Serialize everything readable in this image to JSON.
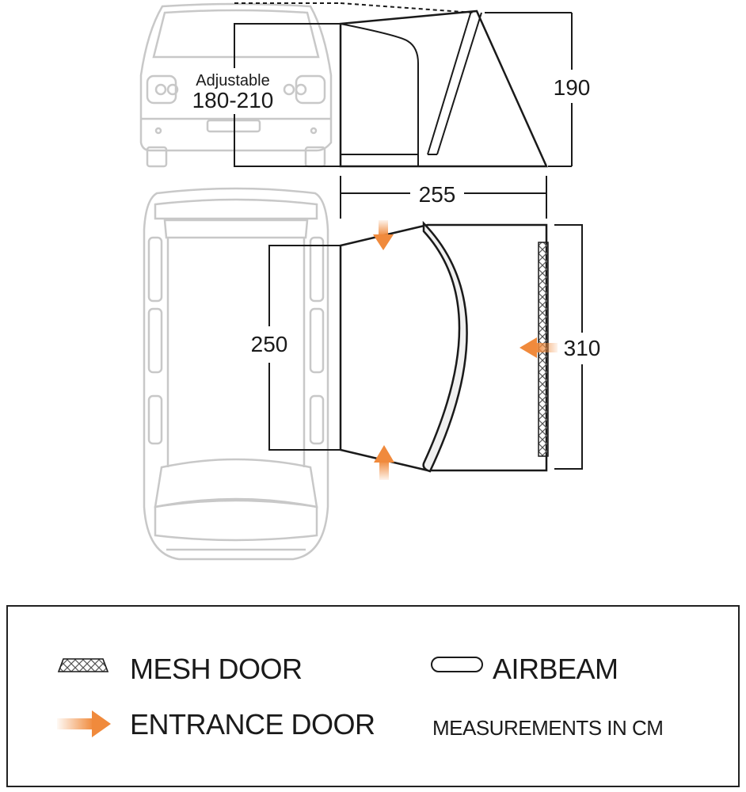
{
  "diagram": {
    "adjustable_label": "Adjustable",
    "adjustable_range": "180-210",
    "height_dim": "190",
    "length_dim": "255",
    "depth_dim_left": "250",
    "depth_dim_right": "310"
  },
  "legend": {
    "mesh_door_label": "MESH DOOR",
    "airbeam_label": "AIRBEAM",
    "entrance_door_label": "ENTRANCE DOOR",
    "measurements_note": "MEASUREMENTS IN CM"
  },
  "colors": {
    "outline": "#1a1a1a",
    "vehicle_outline": "#c8c8c8",
    "arrow_orange": "#f08a3c",
    "mesh_fill": "#777777"
  },
  "icons": {
    "mesh": "mesh-door-icon",
    "airbeam": "airbeam-icon",
    "entrance": "entrance-arrow-icon"
  }
}
